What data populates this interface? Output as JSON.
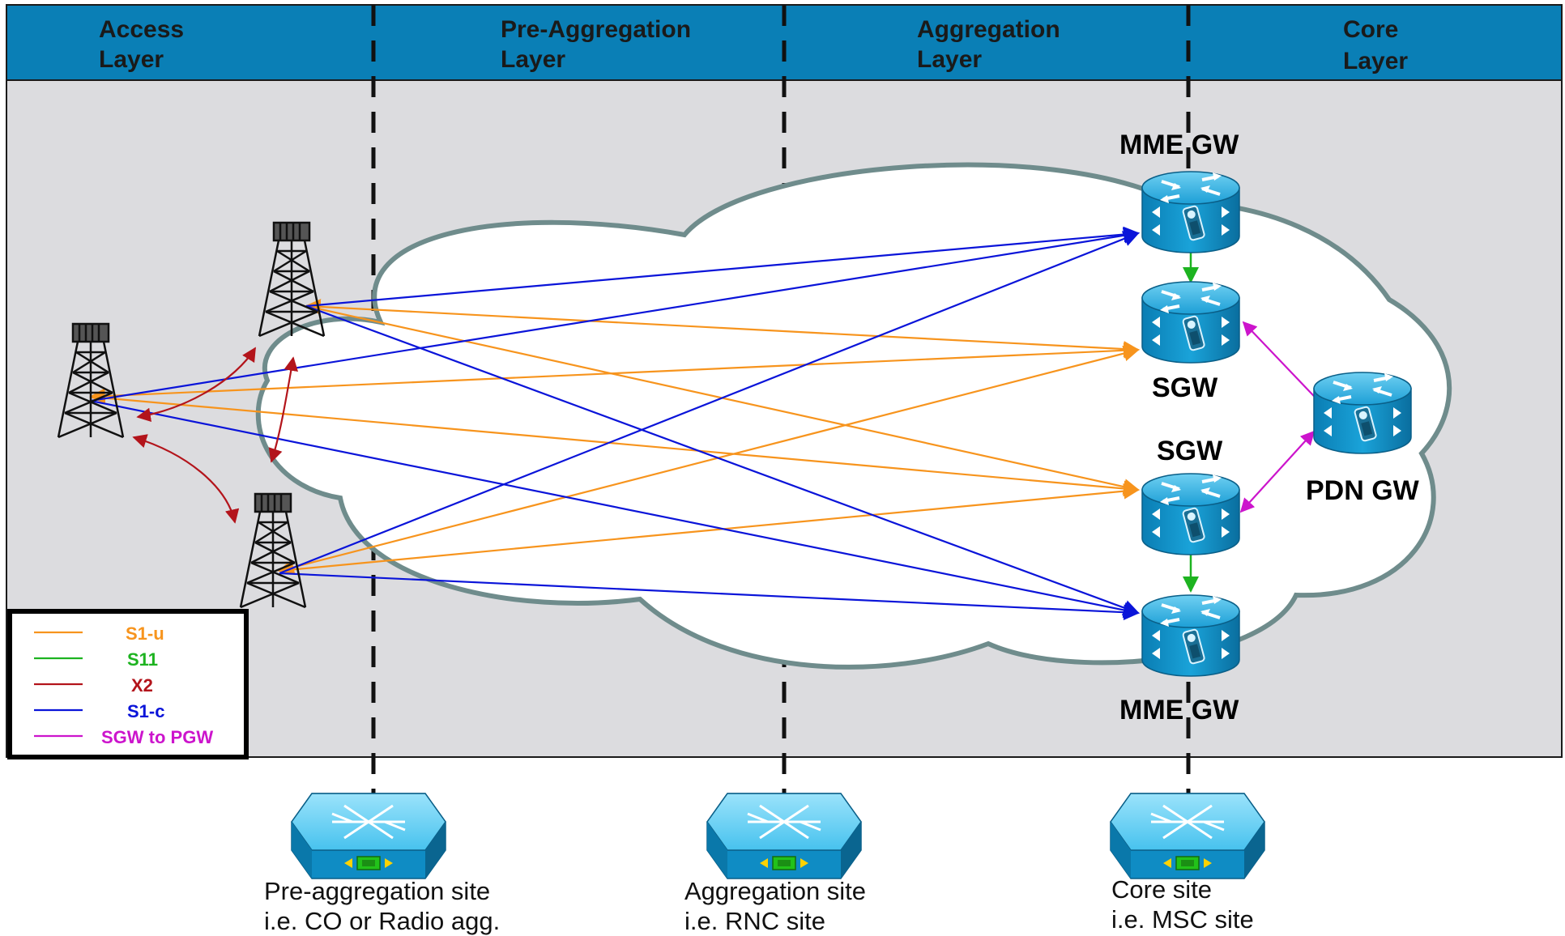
{
  "header": {
    "columns": [
      {
        "line1": "Access",
        "line2": "Layer"
      },
      {
        "line1": "Pre-Aggregation",
        "line2": "Layer"
      },
      {
        "line1": "Aggregation",
        "line2": "Layer"
      },
      {
        "line1": "Core",
        "line2": "Layer"
      }
    ],
    "bar_color": "#0a7fb6"
  },
  "nodes": {
    "mme_top": "MME GW",
    "sgw_top": "SGW",
    "sgw_bottom": "SGW",
    "mme_bottom": "MME GW",
    "pdn": "PDN GW"
  },
  "sites": [
    {
      "line1": "Pre-aggregation site",
      "line2": "i.e. CO or Radio agg."
    },
    {
      "line1": "Aggregation site",
      "line2": "i.e. RNC site"
    },
    {
      "line1": "Core site",
      "line2": "i.e. MSC site"
    }
  ],
  "legend": [
    {
      "label": "S1-u",
      "color": "#f7941d"
    },
    {
      "label": "S11",
      "color": "#1db320"
    },
    {
      "label": "X2",
      "color": "#b3141b"
    },
    {
      "label": "S1-c",
      "color": "#0a14d9"
    },
    {
      "label": "SGW to PGW",
      "color": "#cc14cc"
    }
  ],
  "icons": {
    "tower": "cell-tower-icon",
    "router": "router-icon",
    "switch": "multilayer-switch-icon"
  }
}
